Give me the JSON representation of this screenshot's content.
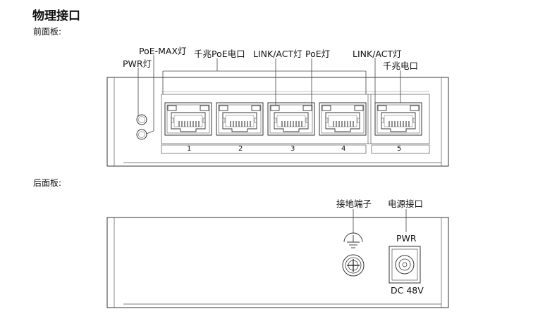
{
  "title": "物理接口",
  "front_panel": {
    "label": "前面板:",
    "callouts": {
      "pwr_led": "PWR灯",
      "poe_max_led": "PoE-MAX灯",
      "gigabit_poe_ports": "千兆PoE电口",
      "link_act_led": "LINK/ACT灯",
      "poe_led": "PoE灯",
      "uplink_link_act_led": "LINK/ACT灯",
      "gigabit_port": "千兆电口"
    },
    "port_numbers": [
      "1",
      "2",
      "3",
      "4",
      "5"
    ]
  },
  "rear_panel": {
    "label": "后面板:",
    "callouts": {
      "ground_terminal": "接地端子",
      "power_port": "电源接口"
    },
    "power_marking": "PWR",
    "power_rating": "DC 48V"
  },
  "colors": {
    "line": "#333333",
    "background": "#ffffff"
  }
}
